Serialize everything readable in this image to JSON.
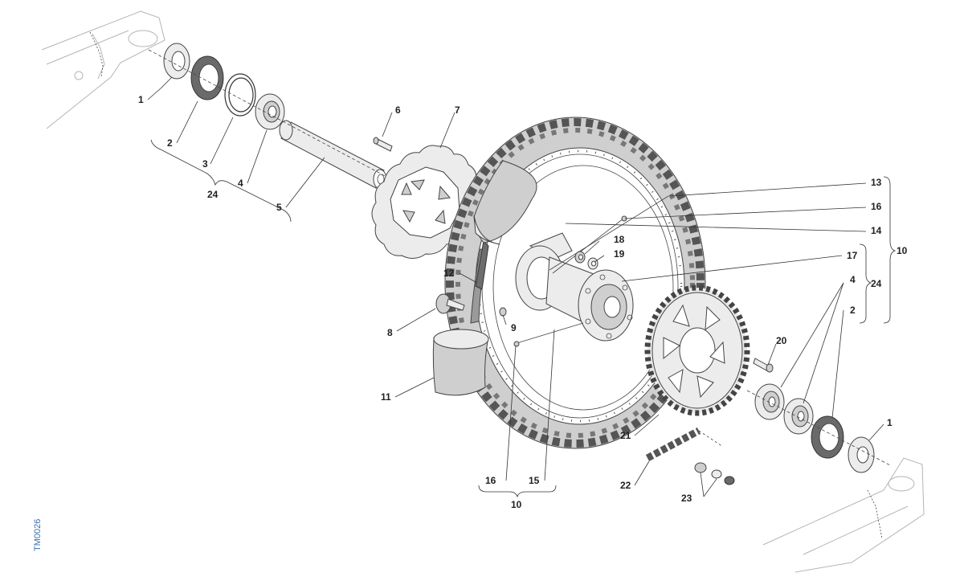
{
  "drawing_code": "TM0026",
  "callouts": {
    "c1a": "1",
    "c2a": "2",
    "c3": "3",
    "c4a": "4",
    "c5": "5",
    "c24a": "24",
    "c6": "6",
    "c7": "7",
    "c8": "8",
    "c9": "9",
    "c11": "11",
    "c12": "12",
    "c13": "13",
    "c16a": "16",
    "c14": "14",
    "c10a": "10",
    "c17": "17",
    "c4b": "4",
    "c24b": "24",
    "c2b": "2",
    "c18": "18",
    "c19": "19",
    "c20": "20",
    "c21": "21",
    "c22": "22",
    "c23": "23",
    "c1b": "1",
    "c16b": "16",
    "c15": "15",
    "c10b": "10"
  }
}
